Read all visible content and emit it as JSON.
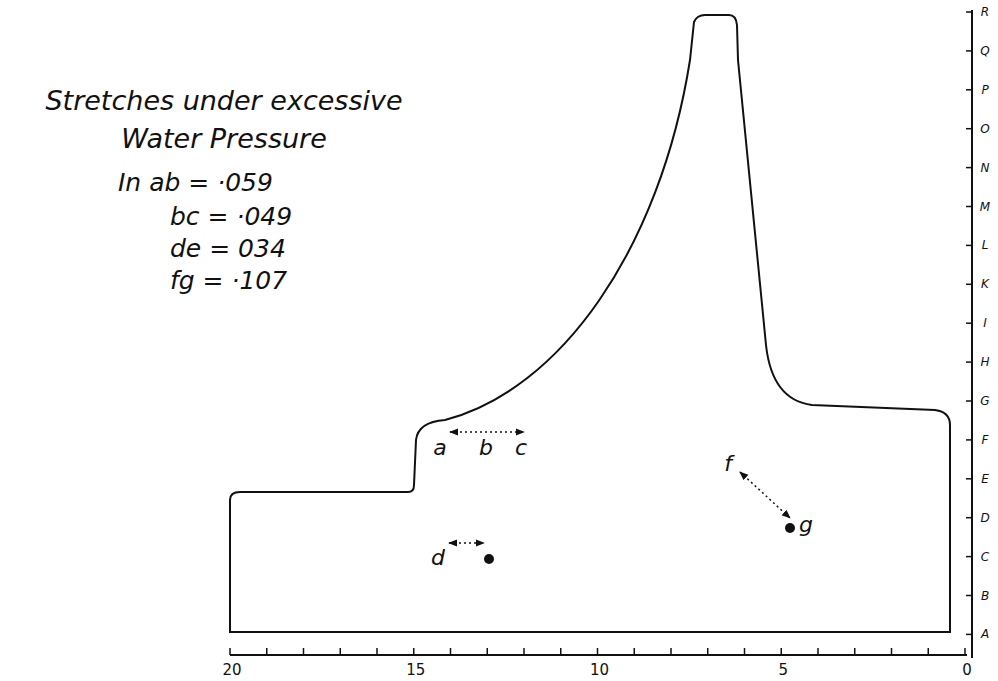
{
  "diagram": {
    "title": "Stretches under excessive Water Pressure",
    "labels": [
      "In ab = ·059",
      "bc = ·049",
      "de = 034",
      "fg = ·107",
      "a",
      "b",
      "c",
      "d",
      "f",
      "g",
      "20",
      "15",
      "10",
      "5",
      "0",
      "R",
      "Q",
      "P",
      "O",
      "N",
      "M",
      "L",
      "K",
      "I",
      "H",
      "G",
      "F",
      "E",
      "D",
      "C",
      "B",
      "A"
    ]
  }
}
